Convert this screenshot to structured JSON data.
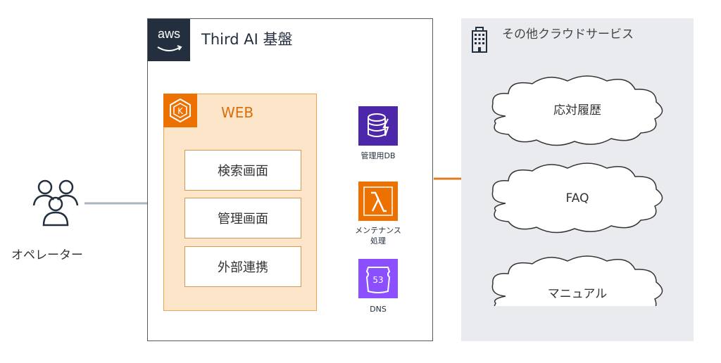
{
  "aws": {
    "logo_text": "aws",
    "title": "Third AI 基盤"
  },
  "web": {
    "title": "WEB",
    "screens": [
      "検索画面",
      "管理画面",
      "外部連携"
    ]
  },
  "services": [
    {
      "label": "管理用DB",
      "icon": "database-icon"
    },
    {
      "label": "メンテナンス\n処理",
      "icon": "lambda-icon"
    },
    {
      "label": "DNS",
      "icon": "route53-icon"
    }
  ],
  "other": {
    "title": "その他クラウドサービス",
    "clouds": [
      "応対履歴",
      "FAQ",
      "マニュアル"
    ]
  },
  "operator": {
    "label": "オペレーター"
  },
  "colors": {
    "aws_dark": "#232f3e",
    "orange": "#ed7100",
    "web_fill": "#fce5c8",
    "db_blue": "#4d27aa",
    "cloud_bg": "#e9ebef"
  }
}
